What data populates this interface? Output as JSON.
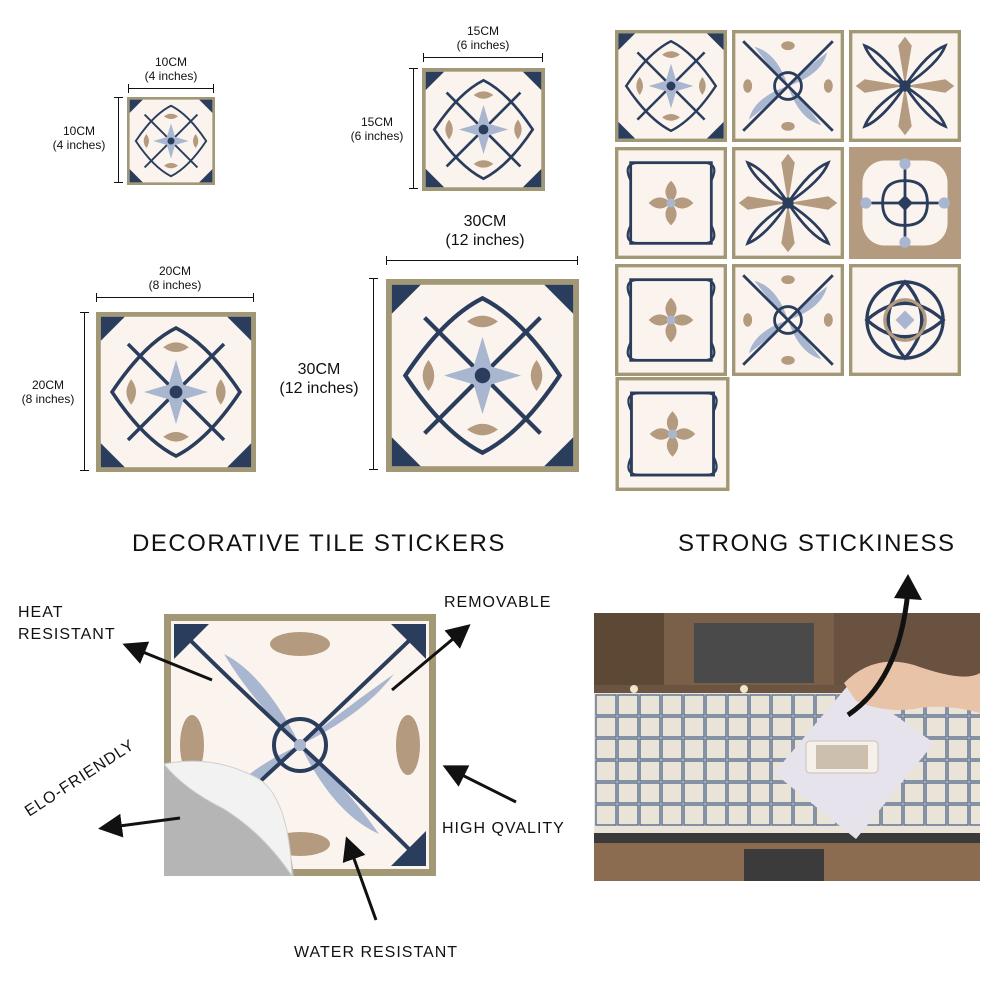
{
  "sizes": [
    {
      "id": "s10",
      "w": "10CM",
      "w_in": "(4 inches)",
      "h": "10CM",
      "h_in": "(4 inches)"
    },
    {
      "id": "s15",
      "w": "15CM",
      "w_in": "(6 inches)",
      "h": "15CM",
      "h_in": "(6 inches)"
    },
    {
      "id": "s20",
      "w": "20CM",
      "w_in": "(8 inches)",
      "h": "20CM",
      "h_in": "(8 inches)"
    },
    {
      "id": "s30",
      "w": "30CM",
      "w_in": "(12 inches)",
      "h": "30CM",
      "h_in": "(12 inches)"
    }
  ],
  "headings": {
    "left": "DECORATIVE TILE STICKERS",
    "right": "STRONG STICKINESS"
  },
  "features": {
    "heat_line1": "HEAT",
    "heat_line2": "RESISTANT",
    "removable": "REMOVABLE",
    "eco": "ELO-FRIENDLY",
    "quality": "HIGH QVALITY",
    "water": "WATER RESISTANT"
  },
  "colors": {
    "navy": "#2b3d5c",
    "tan": "#b49a7e",
    "lightblue": "#a9b6cf",
    "cream": "#fbf4ee",
    "border": "#a29876",
    "wood": "#5a4634"
  },
  "grid_tiles": [
    "tile-1",
    "tile-2",
    "tile-3",
    "tile-4",
    "tile-5",
    "tile-6",
    "tile-7",
    "tile-8",
    "tile-9",
    "tile-10"
  ]
}
